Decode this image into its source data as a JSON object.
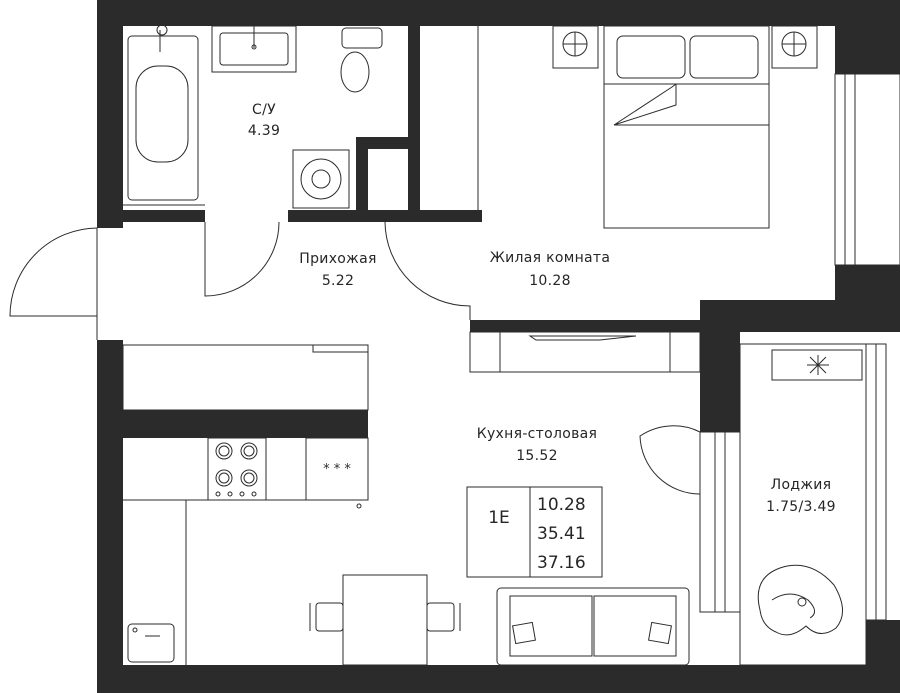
{
  "rooms": {
    "bathroom": {
      "name": "С/У",
      "area": "4.39"
    },
    "hallway": {
      "name": "Прихожая",
      "area": "5.22"
    },
    "living_room": {
      "name": "Жилая комната",
      "area": "10.28"
    },
    "kitchen": {
      "name": "Кухня-столовая",
      "area": "15.52"
    },
    "loggia": {
      "name": "Лоджия",
      "area": "1.75/3.49"
    }
  },
  "summary": {
    "type": "1E",
    "living_area": "10.28",
    "total_area": "35.41",
    "total_with_loggia": "37.16"
  },
  "icons": [
    "bathtub-icon",
    "sink-icon",
    "toilet-icon",
    "washing-machine-icon",
    "bed-icon",
    "nightstand-icon",
    "tv-icon",
    "stove-icon",
    "kitchen-sink-icon",
    "dining-table-icon",
    "chair-icon",
    "sofa-icon",
    "armchair-icon",
    "air-conditioner-icon",
    "door-swing-icon"
  ],
  "colors": {
    "wall": "#2b2b2b",
    "background": "#ffffff",
    "text": "#262626"
  }
}
